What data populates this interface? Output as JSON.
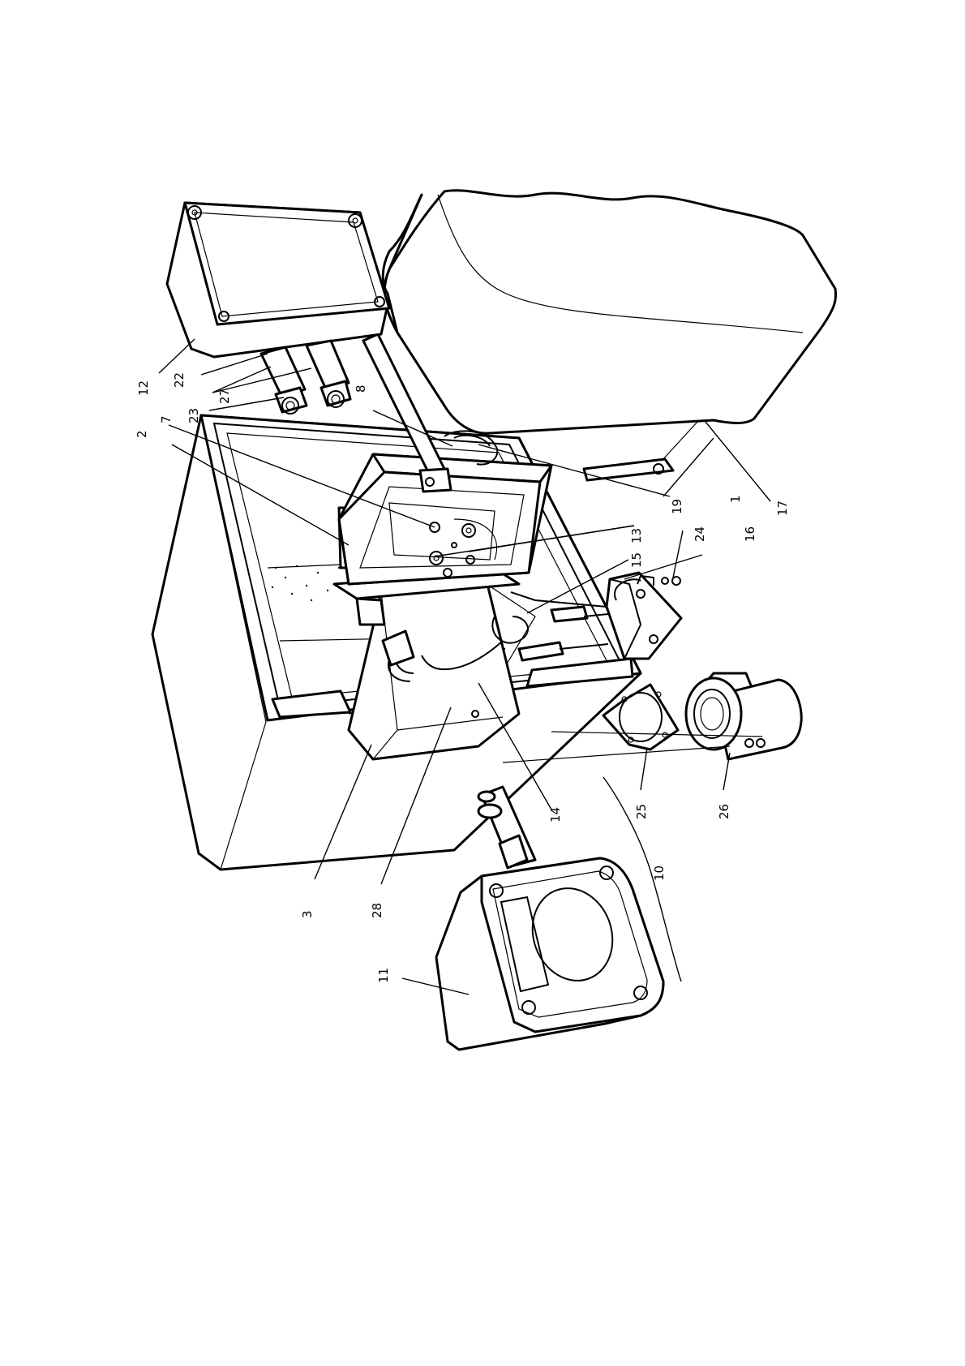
{
  "diagram": {
    "callouts": [
      {
        "id": "c1",
        "text": "1"
      },
      {
        "id": "c2",
        "text": "2"
      },
      {
        "id": "c3",
        "text": "3"
      },
      {
        "id": "c7",
        "text": "7"
      },
      {
        "id": "c8",
        "text": "8"
      },
      {
        "id": "c10",
        "text": "10"
      },
      {
        "id": "c11",
        "text": "11"
      },
      {
        "id": "c12",
        "text": "12"
      },
      {
        "id": "c13",
        "text": "13"
      },
      {
        "id": "c14",
        "text": "14"
      },
      {
        "id": "c15",
        "text": "15"
      },
      {
        "id": "c16",
        "text": "16"
      },
      {
        "id": "c17",
        "text": "17"
      },
      {
        "id": "c19",
        "text": "19"
      },
      {
        "id": "c22",
        "text": "22"
      },
      {
        "id": "c23",
        "text": "23"
      },
      {
        "id": "c24",
        "text": "24"
      },
      {
        "id": "c25",
        "text": "25"
      },
      {
        "id": "c26",
        "text": "26"
      },
      {
        "id": "c27",
        "text": "27"
      },
      {
        "id": "c28",
        "text": "28"
      }
    ]
  }
}
